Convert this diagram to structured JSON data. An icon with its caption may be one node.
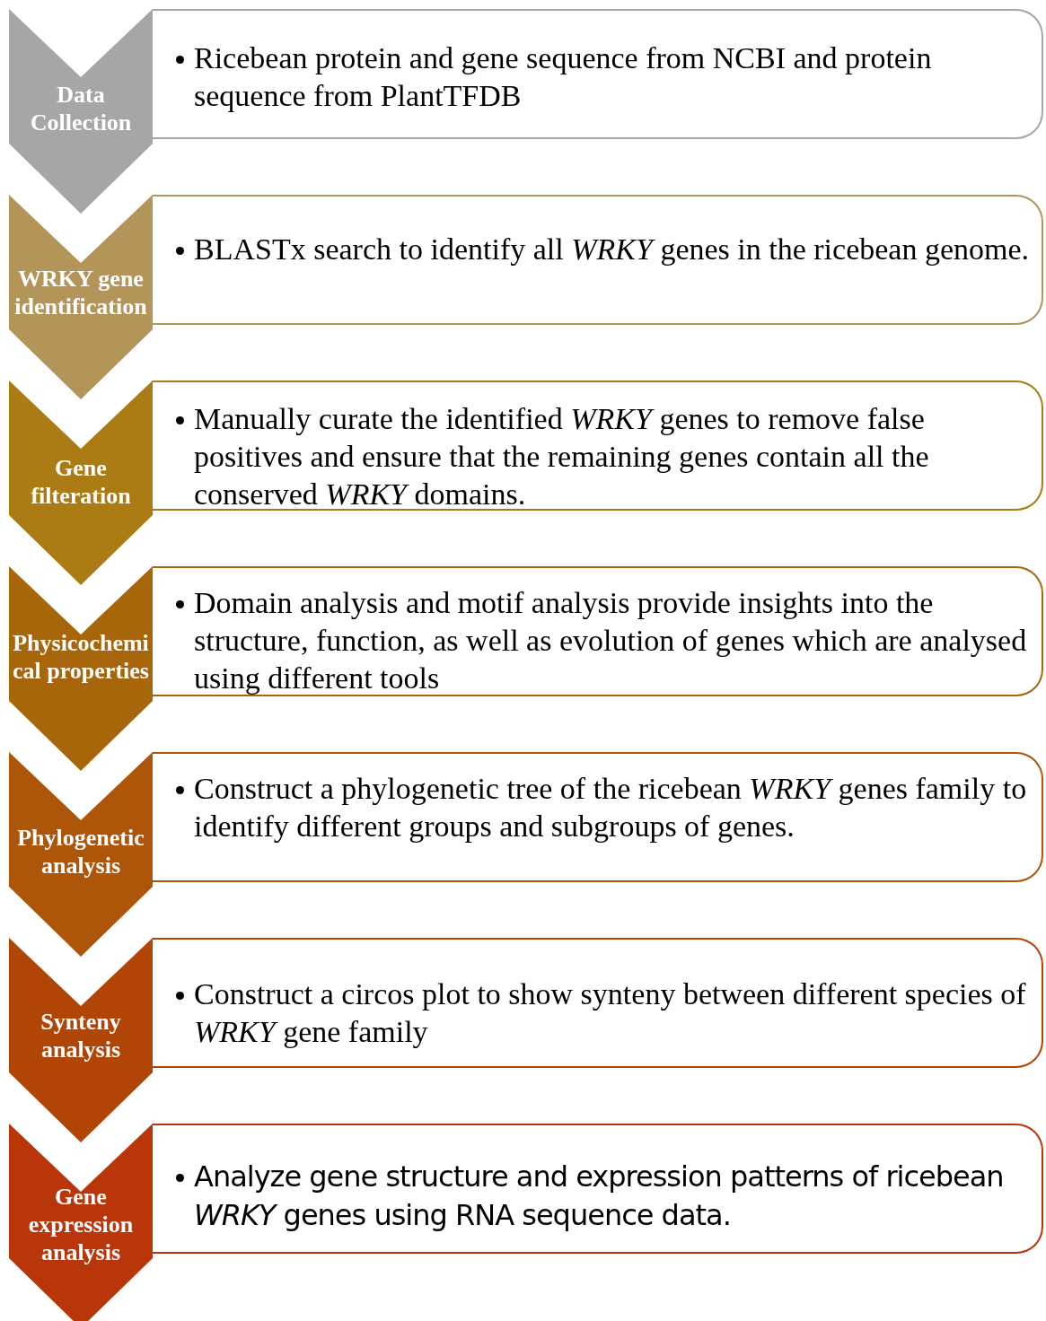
{
  "diagram": {
    "nodes": [
      {
        "text": [
          "Data Collection"
        ]
      },
      {
        "text": [
          "Ricebean protein and gene sequence from NCBI and protein sequence from PlantTFDB"
        ]
      },
      {
        "text": [
          "WRKY gene identification"
        ]
      },
      {
        "text": [
          "BLASTx search to identify all *WRKY* genes in the ricebean genome."
        ]
      },
      {
        "text": [
          "Gene filteration"
        ]
      },
      {
        "text": [
          "Manually curate the identified *WRKY* genes to remove false positives and ensure that the remaining genes contain all the conserved *WRKY* domains."
        ]
      },
      {
        "text": [
          "Physicochemical properties"
        ]
      },
      {
        "text": [
          "Domain analysis and motif analysis provide insights into the structure, function, as well as evolution of genes which are analysed using different tools"
        ]
      },
      {
        "text": [
          "Phylogenetic analysis"
        ]
      },
      {
        "text": [
          "Construct a phylogenetic tree of the ricebean *WRKY* genes family to identify different groups and subgroups of genes."
        ]
      },
      {
        "text": [
          "Synteny analysis"
        ]
      },
      {
        "text": [
          "Construct a circos plot to show  synteny between different species of *WRKY* gene family"
        ]
      },
      {
        "text": [
          "Gene expression analysis"
        ]
      },
      {
        "text": [
          "Analyze gene structure and expression patterns of ricebean *WRKY* genes using RNA sequence data."
        ]
      }
    ]
  }
}
